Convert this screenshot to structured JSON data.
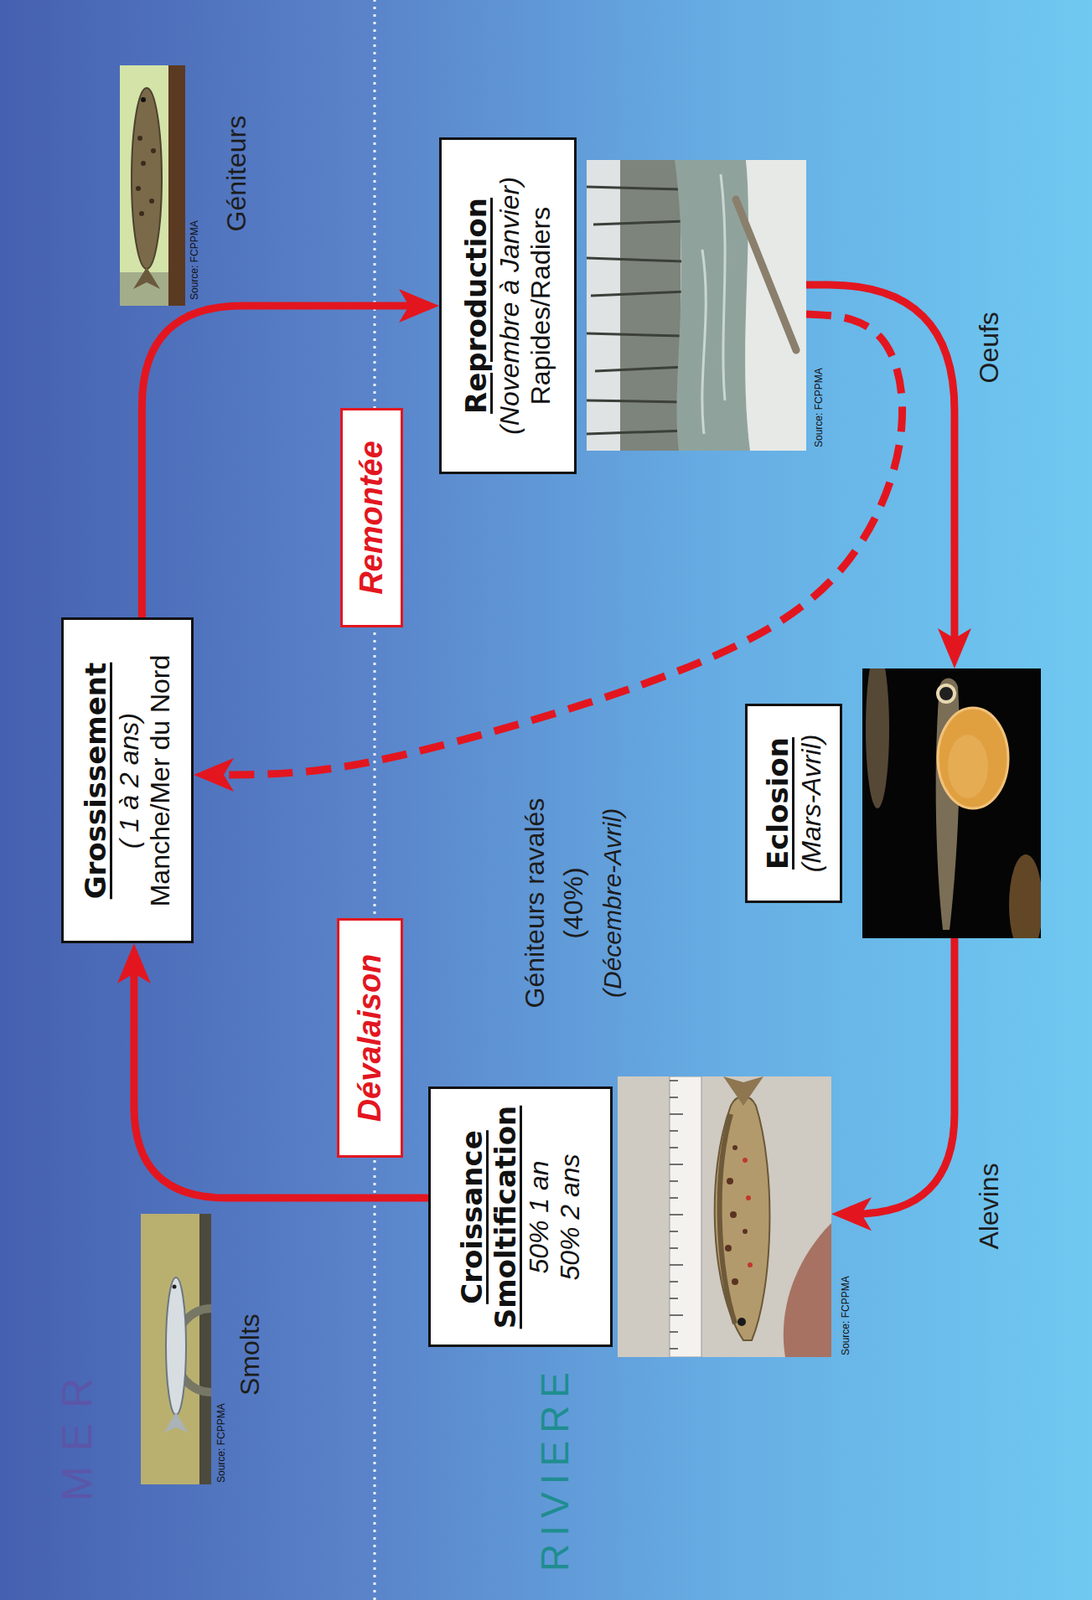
{
  "diagram": {
    "nodes": [
      {
        "text": [
          "Grossissement",
          "( 1 à 2 ans)",
          "Manche/Mer du Nord"
        ]
      },
      {
        "text": [
          "Dévalaison"
        ]
      },
      {
        "text": [
          "Remontée"
        ]
      },
      {
        "text": [
          "Reproduction",
          "(Novembre à Janvier)",
          "Rapides/Radiers"
        ]
      },
      {
        "text": [
          "Croissance Smoltification",
          "50% 1 an",
          "50% 2 ans"
        ]
      },
      {
        "text": [
          "Eclosion",
          "(Mars-Avril)"
        ]
      }
    ],
    "edges": [
      {
        "from": 4,
        "to": 0,
        "arrow": "to"
      },
      {
        "from": 0,
        "to": 3,
        "arrow": "to"
      },
      {
        "from": 3,
        "to": 5,
        "arrow": "to"
      },
      {
        "from": 3,
        "to": 0,
        "arrow": "to"
      },
      {
        "from": 5,
        "to": 4,
        "arrow": "to"
      }
    ],
    "labels": [
      "MER",
      "RIVIERE",
      "Smolts",
      "Source: FCPPMA",
      "Géniteurs",
      "Source: FCPPMA",
      "Source: FCPPMA",
      "Oeufs",
      "Géniteurs ravalés (40%)",
      "(Décembre-Avril)",
      "Alevins",
      "Source: FCPPMA"
    ]
  }
}
